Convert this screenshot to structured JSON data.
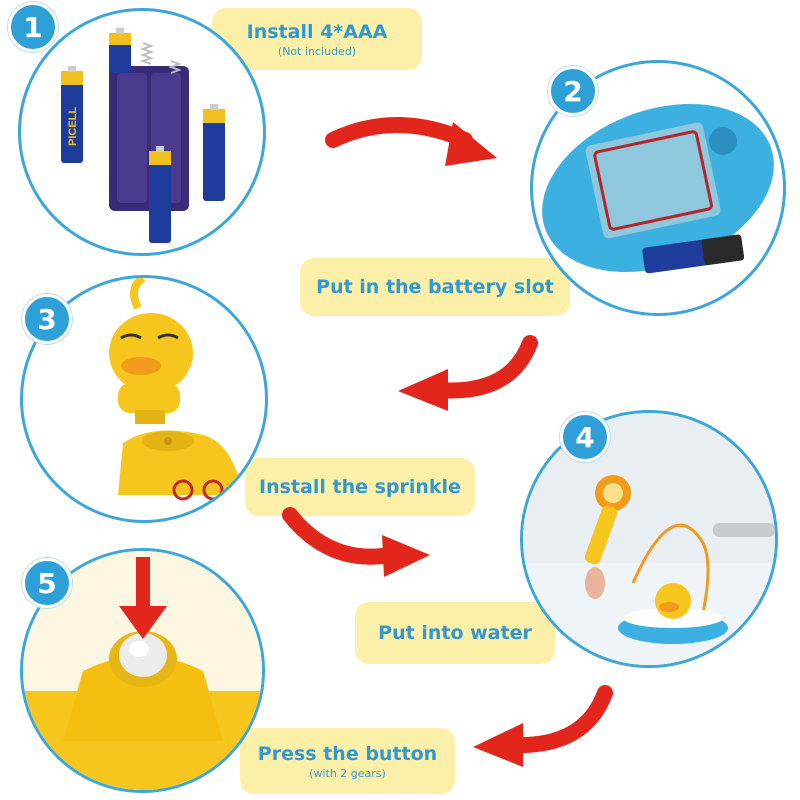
{
  "steps": [
    {
      "number": "1",
      "title": "Install 4*AAA",
      "note": "(Not included)"
    },
    {
      "number": "2",
      "title": "Put in the battery slot"
    },
    {
      "number": "3",
      "title": "Install the sprinkle"
    },
    {
      "number": "4",
      "title": "Put into water"
    },
    {
      "number": "5",
      "title": "Press the button",
      "note": "(with 2 gears)"
    }
  ],
  "battery_brand": "PICELL",
  "colors": {
    "circle_border": "#3da6d8",
    "badge": "#2f9fd8",
    "label_bg": "#fcf0a8",
    "label_text": "#3198d2",
    "arrow": "#e3261c",
    "duck": "#f7c61e",
    "boat": "#3cb0e0"
  }
}
